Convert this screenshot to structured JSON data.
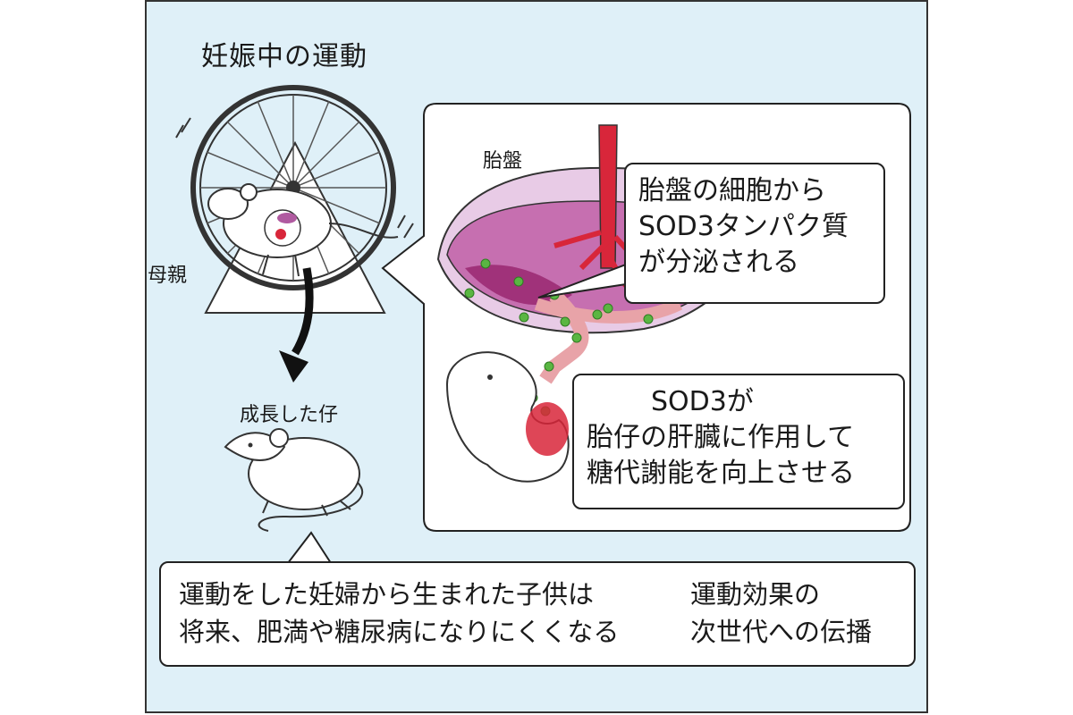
{
  "title": "妊娠中の運動",
  "labels": {
    "mother": "母親",
    "grown_pup": "成長した仔",
    "placenta": "胎盤"
  },
  "callout_placenta": {
    "lines": [
      "胎盤の細胞から",
      "SOD3タンパク質",
      "が分泌される"
    ]
  },
  "callout_fetus": {
    "lines": [
      "SOD3が",
      "胎仔の肝臓に作用して",
      "糖代謝能を向上させる"
    ]
  },
  "effect": {
    "left_lines": [
      "運動をした妊婦から生まれた子供は",
      "将来、肥満や糖尿病になりにくくなる"
    ],
    "right_lines": [
      "運動効果の",
      "次世代への伝播"
    ]
  },
  "colors": {
    "background": "#dff0f8",
    "placenta": "#a0327a",
    "vessel": "#d8263a",
    "sod3_green": "#5ab642",
    "arrow_red": "#e0141e"
  }
}
